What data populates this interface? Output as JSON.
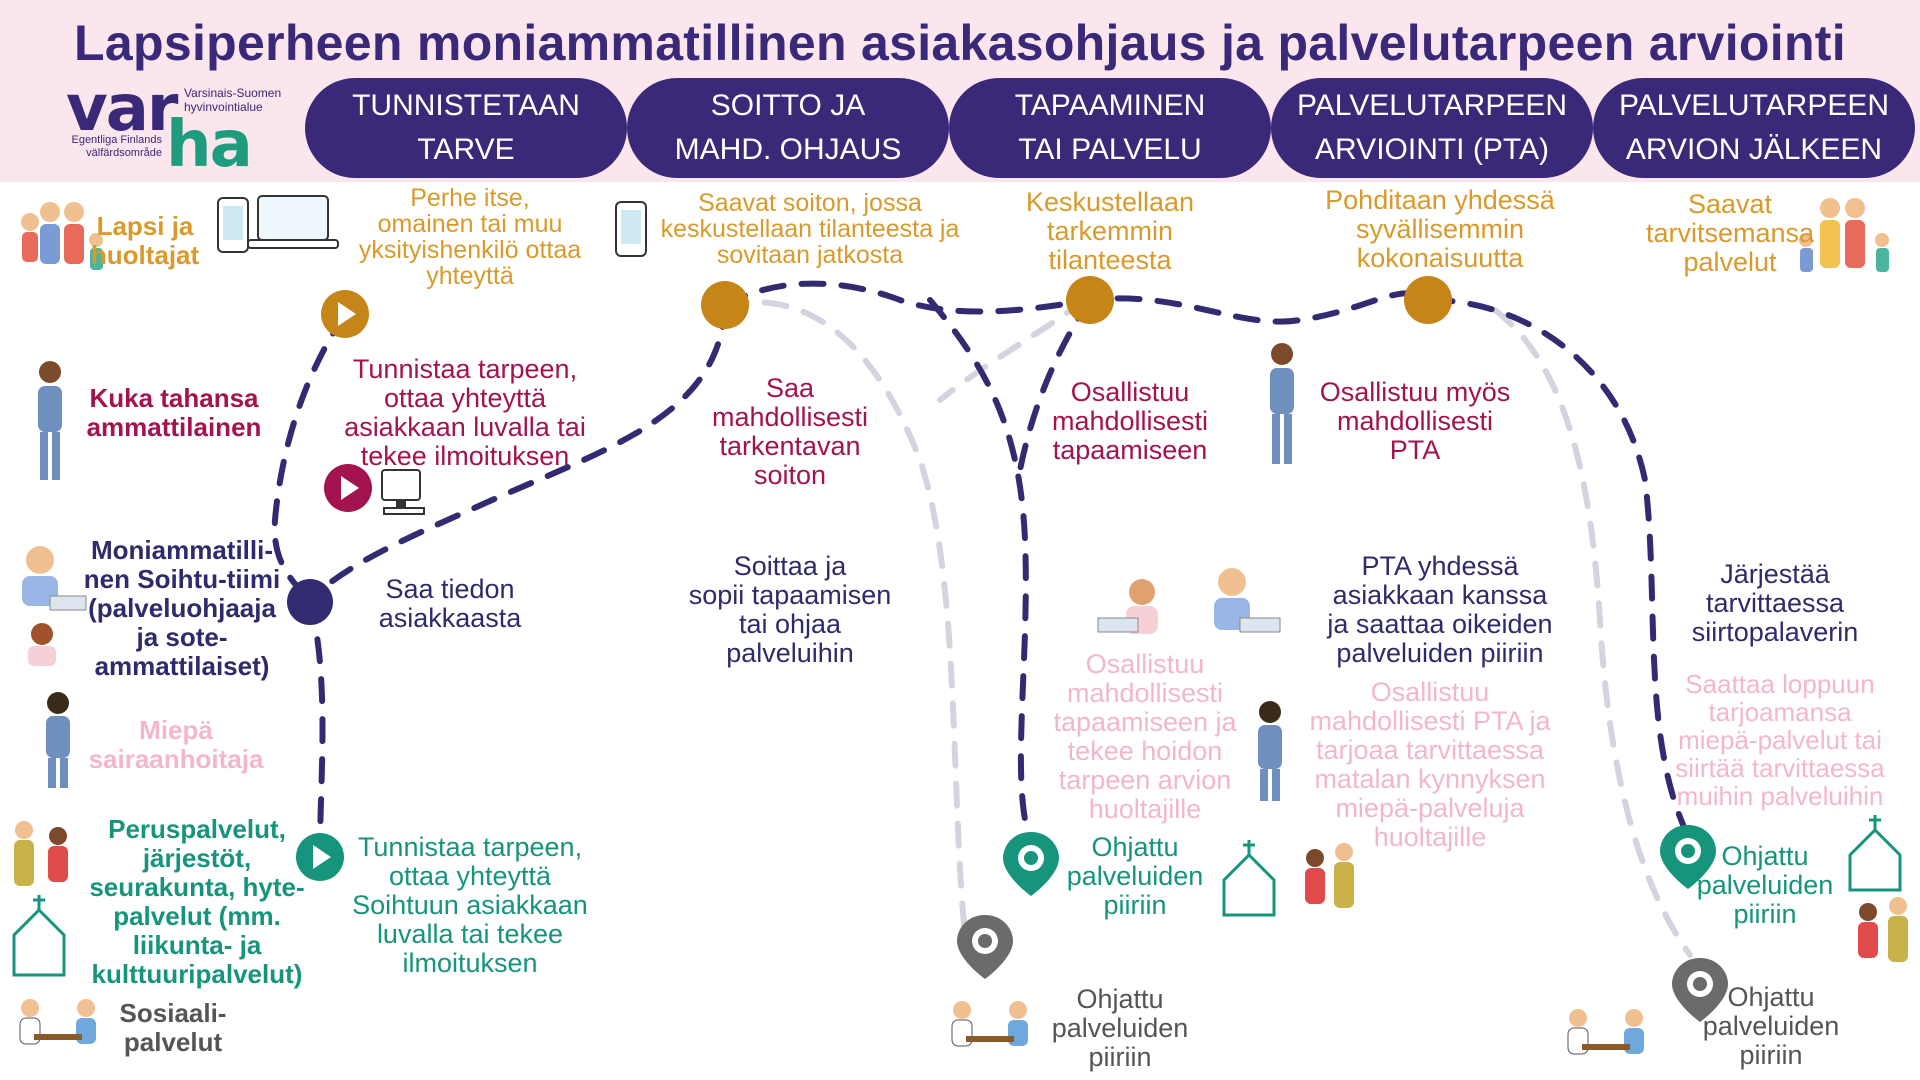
{
  "title": "Lapsiperheen moniammatillinen asiakasohjaus ja palvelutarpeen arviointi",
  "logo": {
    "word_part1": "var",
    "word_part2": "ha",
    "line1": "Varsinais-Suomen",
    "line2": "hyvinvointialue",
    "line3": "Egentliga Finlands",
    "line4": "välfärdsområde"
  },
  "phases": [
    {
      "line1": "TUNNISTETAAN",
      "line2": "TARVE"
    },
    {
      "line1": "SOITTO JA",
      "line2": "MAHD. OHJAUS"
    },
    {
      "line1": "TAPAAMINEN",
      "line2": "TAI PALVELU"
    },
    {
      "line1": "PALVELUTARPEEN",
      "line2": "ARVIOINTI (PTA)"
    },
    {
      "line1": "PALVELUTARPEEN",
      "line2": "ARVION JÄLKEEN"
    }
  ],
  "roles": {
    "lapsi": {
      "line1": "Lapsi ja",
      "line2": "huoltajat"
    },
    "kuka": {
      "line1": "Kuka tahansa",
      "line2": "ammattilainen"
    },
    "soihtu": {
      "line1": "Moniammatilli-",
      "line2": "nen Soihtu-tiimi",
      "line3": "(palveluohjaaja",
      "line4": "ja sote-",
      "line5": "ammattilaiset)"
    },
    "miepa": {
      "line1": "Miepä",
      "line2": "sairaanhoitaja"
    },
    "perus": {
      "line1": "Peruspalvelut,",
      "line2": "järjestöt,",
      "line3": "seurakunta, hyte-",
      "line4": "palvelut (mm.",
      "line5": "liikunta- ja",
      "line6": "kulttuuripalvelut)"
    },
    "sosiaali": {
      "line1": "Sosiaali-",
      "line2": "palvelut"
    }
  },
  "texts": {
    "perhe": {
      "l1": "Perhe itse,",
      "l2": "omainen tai muu",
      "l3": "yksityishenkilö ottaa",
      "l4": "yhteyttä"
    },
    "saavat_soiton": {
      "l1": "Saavat soiton, jossa",
      "l2": "keskustellaan tilanteesta ja",
      "l3": "sovitaan jatkosta"
    },
    "keskustellaan": {
      "l1": "Keskustellaan",
      "l2": "tarkemmin",
      "l3": "tilanteesta"
    },
    "pohditaan": {
      "l1": "Pohditaan yhdessä",
      "l2": "syvällisemmin",
      "l3": "kokonaisuutta"
    },
    "saavat_palvelut": {
      "l1": "Saavat",
      "l2": "tarvitsemansa",
      "l3": "palvelut"
    },
    "tunnistaa1": {
      "l1": "Tunnistaa tarpeen,",
      "l2": "ottaa yhteyttä",
      "l3": "asiakkaan luvalla tai",
      "l4": "tekee ilmoituksen"
    },
    "saa_tarkentavan": {
      "l1": "Saa",
      "l2": "mahdollisesti",
      "l3": "tarkentavan",
      "l4": "soiton"
    },
    "osallistuu_tap": {
      "l1": "Osallistuu",
      "l2": "mahdollisesti",
      "l3": "tapaamiseen"
    },
    "osallistuu_pta": {
      "l1": "Osallistuu myös",
      "l2": "mahdollisesti",
      "l3": "PTA"
    },
    "saa_tiedon": {
      "l1": "Saa tiedon",
      "l2": "asiakkaasta"
    },
    "soittaa": {
      "l1": "Soittaa ja",
      "l2": "sopii tapaamisen",
      "l3": "tai ohjaa",
      "l4": "palveluihin"
    },
    "pta_yhdessa": {
      "l1": "PTA yhdessä",
      "l2": "asiakkaan kanssa",
      "l3": "ja saattaa oikeiden",
      "l4": "palveluiden piiriin"
    },
    "jarjestaa": {
      "l1": "Järjestää",
      "l2": "tarvittaessa",
      "l3": "siirtopalaverin"
    },
    "miepa_tap": {
      "l1": "Osallistuu",
      "l2": "mahdollisesti",
      "l3": "tapaamiseen ja",
      "l4": "tekee hoidon",
      "l5": "tarpeen arvion",
      "l6": "huoltajille"
    },
    "miepa_pta": {
      "l1": "Osallistuu",
      "l2": "mahdollisesti PTA ja",
      "l3": "tarjoaa tarvittaessa",
      "l4": "matalan kynnyksen",
      "l5": "miepä-palveluja",
      "l6": "huoltajille"
    },
    "miepa_after": {
      "l1": "Saattaa loppuun",
      "l2": "tarjoamansa",
      "l3": "miepä-palvelut tai",
      "l4": "siirtää tarvittaessa",
      "l5": "muihin palveluihin"
    },
    "tunnistaa2": {
      "l1": "Tunnistaa tarpeen,",
      "l2": "ottaa yhteyttä",
      "l3": "Soihtuun asiakkaan",
      "l4": "luvalla tai tekee",
      "l5": "ilmoituksen"
    },
    "ohjattu_teal1": {
      "l1": "Ohjattu",
      "l2": "palveluiden",
      "l3": "piiriin"
    },
    "ohjattu_teal2": {
      "l1": "Ohjattu",
      "l2": "palveluiden",
      "l3": "piiriin"
    },
    "ohjattu_gray1": {
      "l1": "Ohjattu",
      "l2": "palveluiden",
      "l3": "piiriin"
    },
    "ohjattu_gray2": {
      "l1": "Ohjattu",
      "l2": "palveluiden",
      "l3": "piiriin"
    }
  },
  "colors": {
    "navy": "#3a2878",
    "orange": "#d99a2b",
    "crimson": "#a3134f",
    "teal": "#16957c",
    "pink": "#f2b7c8",
    "gray": "#555555",
    "header_bg": "#fbe6ee"
  },
  "icons": [
    "play-icon",
    "phone-icon",
    "laptop-icon",
    "computer-icon",
    "location-pin-icon",
    "church-icon",
    "family-icon",
    "nurse-icon",
    "meeting-icon"
  ]
}
